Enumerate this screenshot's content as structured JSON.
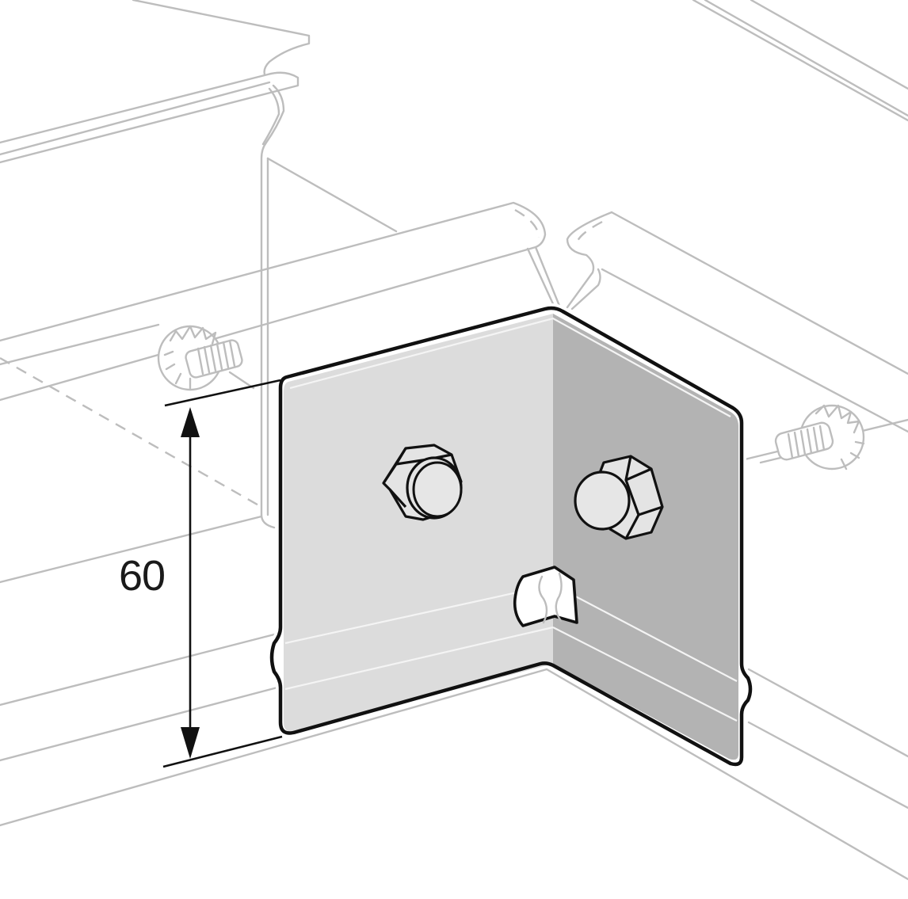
{
  "diagram": {
    "type": "technical assembly illustration",
    "subject": "corner bracket with cap nuts joining two cable tray sections",
    "dimension": {
      "label": "60",
      "orientation": "vertical",
      "description": "height of bracket"
    },
    "parts": [
      {
        "name": "corner bracket",
        "faces": [
          "front-left face",
          "right side face"
        ],
        "slot": "bottom notch at bend"
      },
      {
        "name": "cap nut",
        "count": 2
      },
      {
        "name": "serrated flange screw",
        "count": 2
      }
    ],
    "colors": {
      "background_lines": "#bdbdbd",
      "bracket_left_face": "#dcdcdc",
      "bracket_right_face": "#b3b3b3",
      "outline": "#111111",
      "nut_fill": "#e4e4e4"
    }
  }
}
